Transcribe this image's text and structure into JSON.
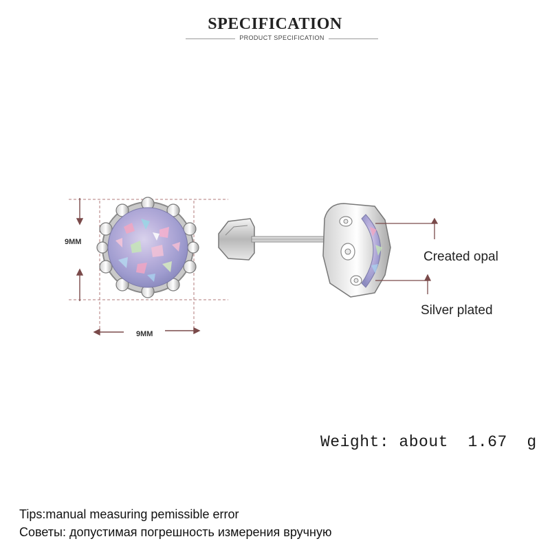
{
  "header": {
    "title": "SPECIFICATION",
    "subtitle": "PRODUCT SPECIFICATION"
  },
  "dimensions": {
    "height_label": "9MM",
    "width_label": "9MM"
  },
  "callouts": {
    "stone": "Created opal",
    "metal": "Silver plated"
  },
  "weight": {
    "label": "Weight: about  1.67  g"
  },
  "tips": {
    "english": "Tips:manual measuring pemissible error",
    "russian": "Советы: допустимая погрешность измерения вручную"
  }
}
